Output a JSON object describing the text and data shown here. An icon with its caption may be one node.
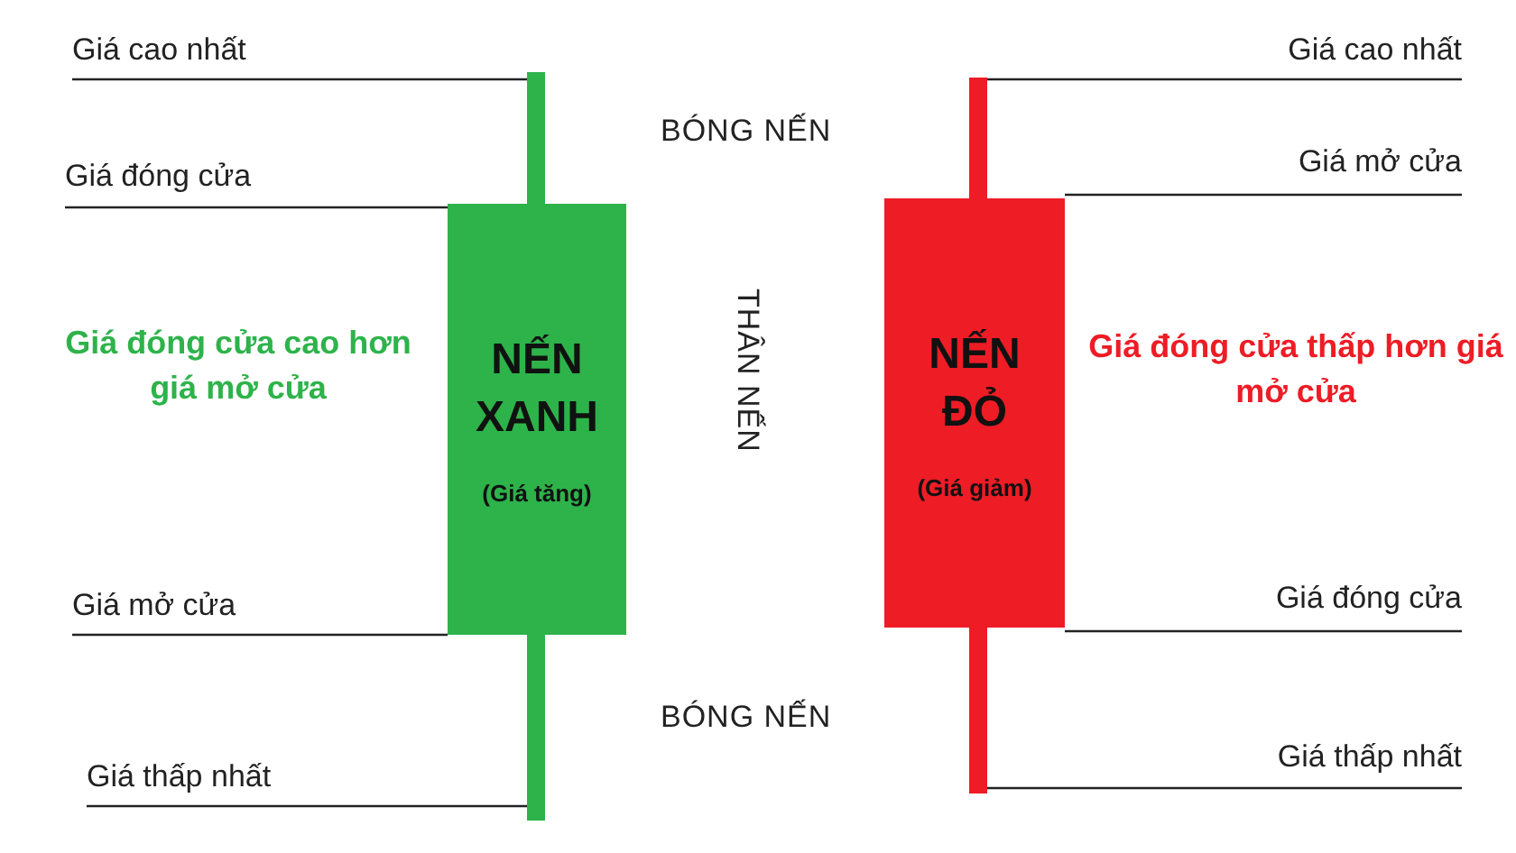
{
  "diagram": {
    "nodes": [
      {
        "text": [
          "Giá cao nhất"
        ]
      },
      {
        "text": [
          "Giá cao nhất"
        ]
      },
      {
        "text": [
          "Giá mở cửa"
        ]
      },
      {
        "text": [
          "Giá đóng cửa"
        ]
      },
      {
        "text": [],
        "shape": "bar"
      },
      {
        "text": [],
        "shape": "bar"
      },
      {
        "text": [
          "NẾN XANH",
          "(Giá tăng)"
        ]
      },
      {
        "text": [
          "NẾN ĐỎ",
          "(Giá giảm)"
        ]
      },
      {
        "text": [],
        "shape": "bar"
      },
      {
        "text": [],
        "shape": "bar"
      },
      {
        "text": [
          "Giá đóng cửa"
        ]
      },
      {
        "text": [
          "Giá mở cửa"
        ]
      },
      {
        "text": [
          "Giá thấp nhất"
        ]
      },
      {
        "text": [
          "Giá thấp nhất"
        ]
      }
    ],
    "edges": [
      {
        "from": 0,
        "to": 4,
        "arrow": "none"
      },
      {
        "from": 1,
        "to": 5,
        "arrow": "none"
      },
      {
        "from": 2,
        "to": 7,
        "arrow": "none"
      },
      {
        "from": 3,
        "to": 6,
        "arrow": "none"
      },
      {
        "from": 10,
        "to": 7,
        "arrow": "none"
      },
      {
        "from": 11,
        "to": 6,
        "arrow": "none"
      },
      {
        "from": 12,
        "to": 9,
        "arrow": "none"
      },
      {
        "from": 13,
        "to": 8,
        "arrow": "none"
      }
    ],
    "labels": [
      "BÓNG NẾN",
      "Giá đóng cửa cao hơn giá mở cửa",
      "THÂN NẾN",
      "Giá đóng cửa thấp hơn giá mở cửa",
      "BÓNG NẾN"
    ]
  }
}
